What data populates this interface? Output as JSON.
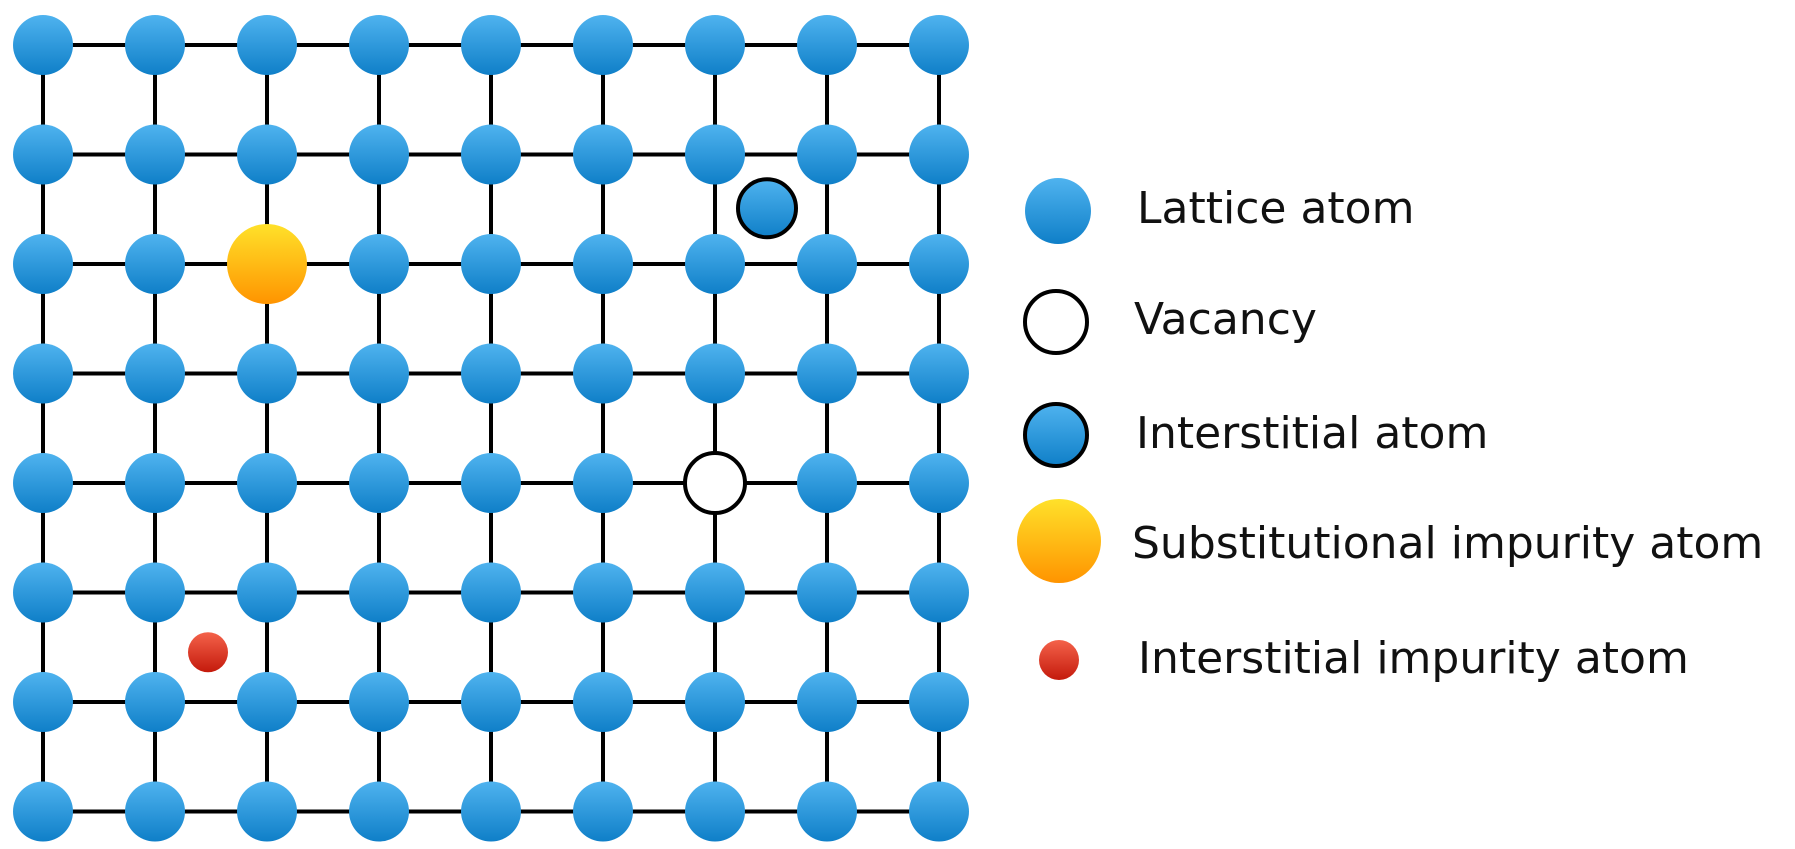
{
  "diagram": {
    "grid": {
      "columns": 9,
      "rows": 8
    },
    "colors": {
      "bond": "#000000",
      "lattice_atom_light": "#4fb3ef",
      "lattice_atom_dark": "#0f7fc8",
      "substitutional_light": "#ffe12a",
      "substitutional_dark": "#ff9400",
      "interstitial_impurity_light": "#f4624a",
      "interstitial_impurity_dark": "#c41a0c",
      "vacancy_fill": "#ffffff",
      "outline": "#000000"
    },
    "defects": {
      "vacancy": {
        "col": 6,
        "row": 4
      },
      "substitutional_impurity": {
        "col": 2,
        "row": 2
      },
      "interstitial_atom": {
        "col": 6.5,
        "row": 1.5
      },
      "interstitial_impurity": {
        "col": 1.5,
        "row": 5.5
      }
    }
  },
  "legend": {
    "items": [
      {
        "key": "lattice",
        "label": "Lattice atom",
        "icon": "lattice-atom-icon"
      },
      {
        "key": "vacancy",
        "label": "Vacancy",
        "icon": "vacancy-icon"
      },
      {
        "key": "interstitial",
        "label": "Interstitial atom",
        "icon": "interstitial-atom-icon"
      },
      {
        "key": "substitutional",
        "label": "Substitutional impurity atom",
        "icon": "substitutional-impurity-icon"
      },
      {
        "key": "interstitial_impurity",
        "label": "Interstitial impurity atom",
        "icon": "interstitial-impurity-icon"
      }
    ]
  }
}
